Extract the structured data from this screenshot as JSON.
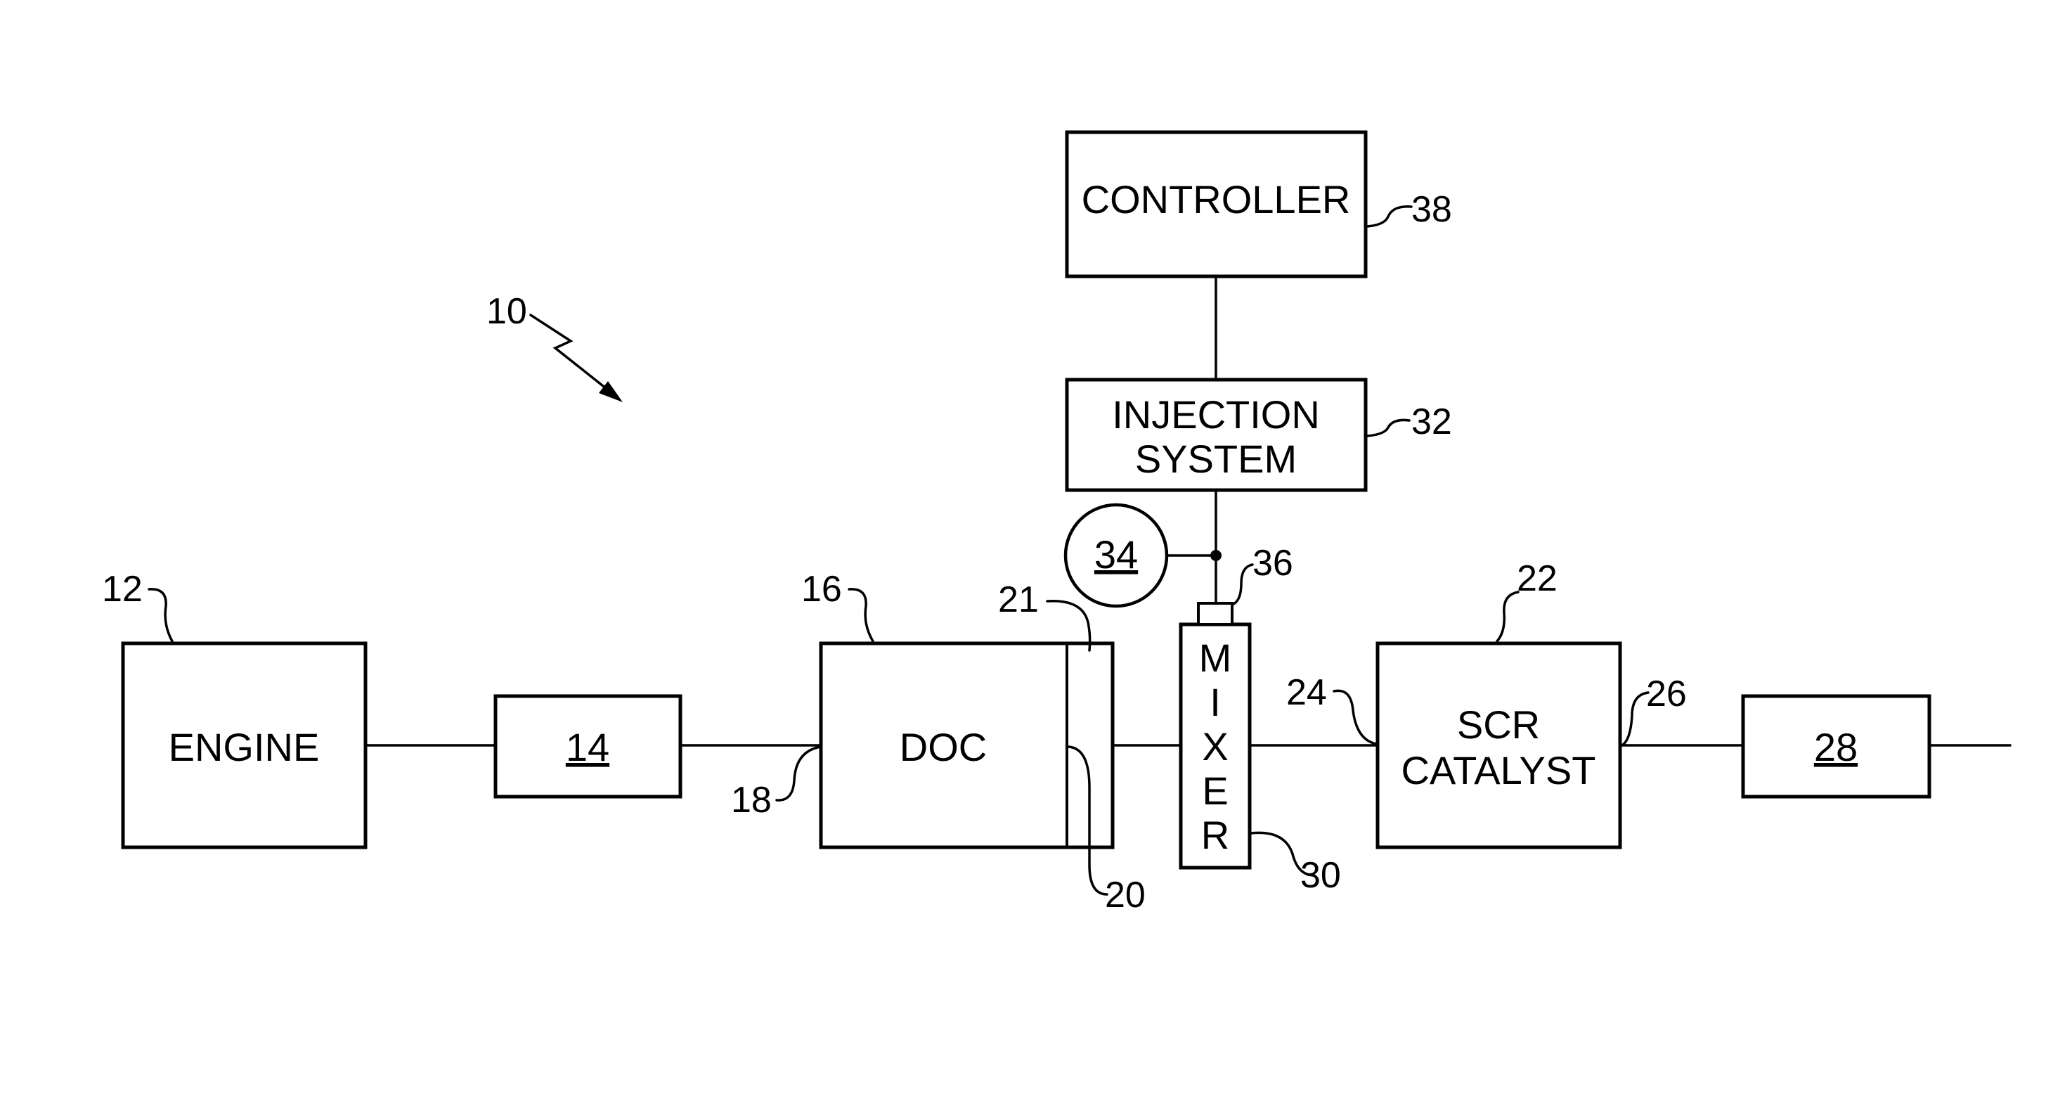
{
  "blocks": {
    "engine": "ENGINE",
    "box14": "14",
    "doc": "DOC",
    "mixer_letters": [
      "M",
      "I",
      "X",
      "E",
      "R"
    ],
    "scr_line1": "SCR",
    "scr_line2": "CATALYST",
    "box28": "28",
    "controller": "CONTROLLER",
    "injection_line1": "INJECTION",
    "injection_line2": "SYSTEM",
    "circle34": "34"
  },
  "refs": {
    "r10": "10",
    "r12": "12",
    "r16": "16",
    "r18": "18",
    "r20": "20",
    "r21": "21",
    "r22": "22",
    "r24": "24",
    "r26": "26",
    "r30": "30",
    "r32": "32",
    "r36": "36",
    "r38": "38"
  }
}
